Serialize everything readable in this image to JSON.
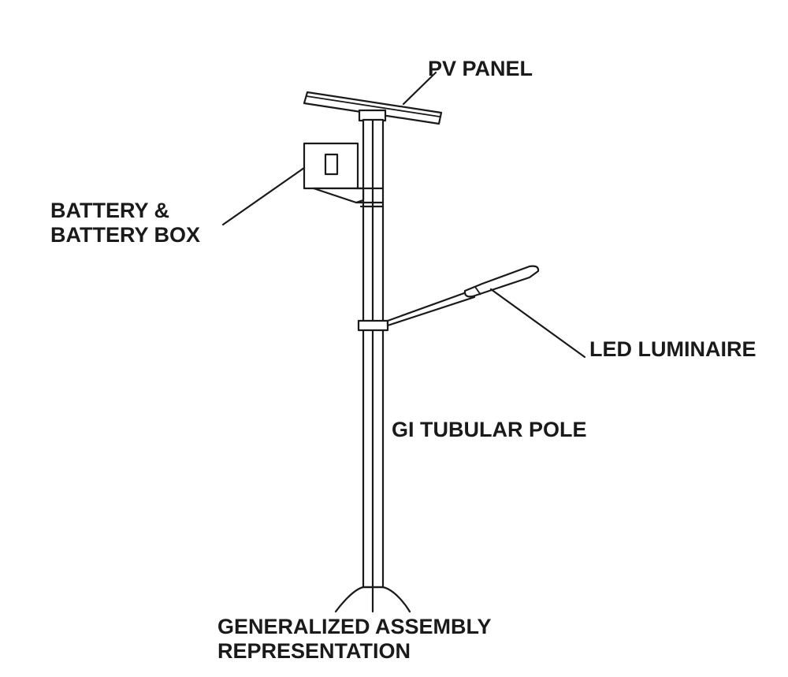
{
  "labels": {
    "pv_panel": "PV PANEL",
    "battery_line1": "BATTERY &",
    "battery_line2": "BATTERY BOX",
    "led_luminaire": "LED LUMINAIRE",
    "gi_pole": "GI TUBULAR POLE",
    "caption_line1": "GENERALIZED ASSEMBLY",
    "caption_line2": "REPRESENTATION"
  },
  "colors": {
    "ink": "#1a1a1a",
    "background": "#ffffff"
  }
}
